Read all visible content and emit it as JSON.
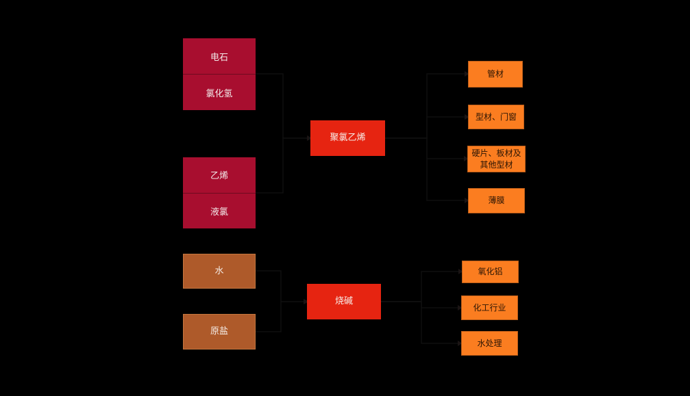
{
  "page": {
    "background": "#000000",
    "description": "PVC and caustic soda industry chain flow diagram"
  },
  "colors": {
    "crimson_box": "#A80E2F",
    "crimson_divider": "#6E0A1F",
    "brown_box": "#AE5A2A",
    "red_box": "#E62411",
    "orange_box": "#FB7D20",
    "light_text": "#F2E9E9",
    "dark_text": "#2B1504",
    "connector": "#0F0F0F"
  },
  "nodes": {
    "calcium_carbide": {
      "label": "电石"
    },
    "hydrogen_chloride": {
      "label": "氯化氢"
    },
    "ethylene": {
      "label": "乙烯"
    },
    "liquid_chlorine": {
      "label": "液氯"
    },
    "water": {
      "label": "水"
    },
    "raw_salt": {
      "label": "原盐"
    },
    "pvc": {
      "label": "聚氯乙烯"
    },
    "caustic_soda": {
      "label": "烧碱"
    },
    "pipes": {
      "label": "管材"
    },
    "profiles_doors_windows": {
      "label": "型材、门窗"
    },
    "rigid_sheets_panels_other": {
      "label": "硬片、板材及其他型材"
    },
    "film": {
      "label": "薄膜"
    },
    "alumina": {
      "label": "氧化铝"
    },
    "chemical_industry": {
      "label": "化工行业"
    },
    "water_treatment": {
      "label": "水处理"
    }
  }
}
